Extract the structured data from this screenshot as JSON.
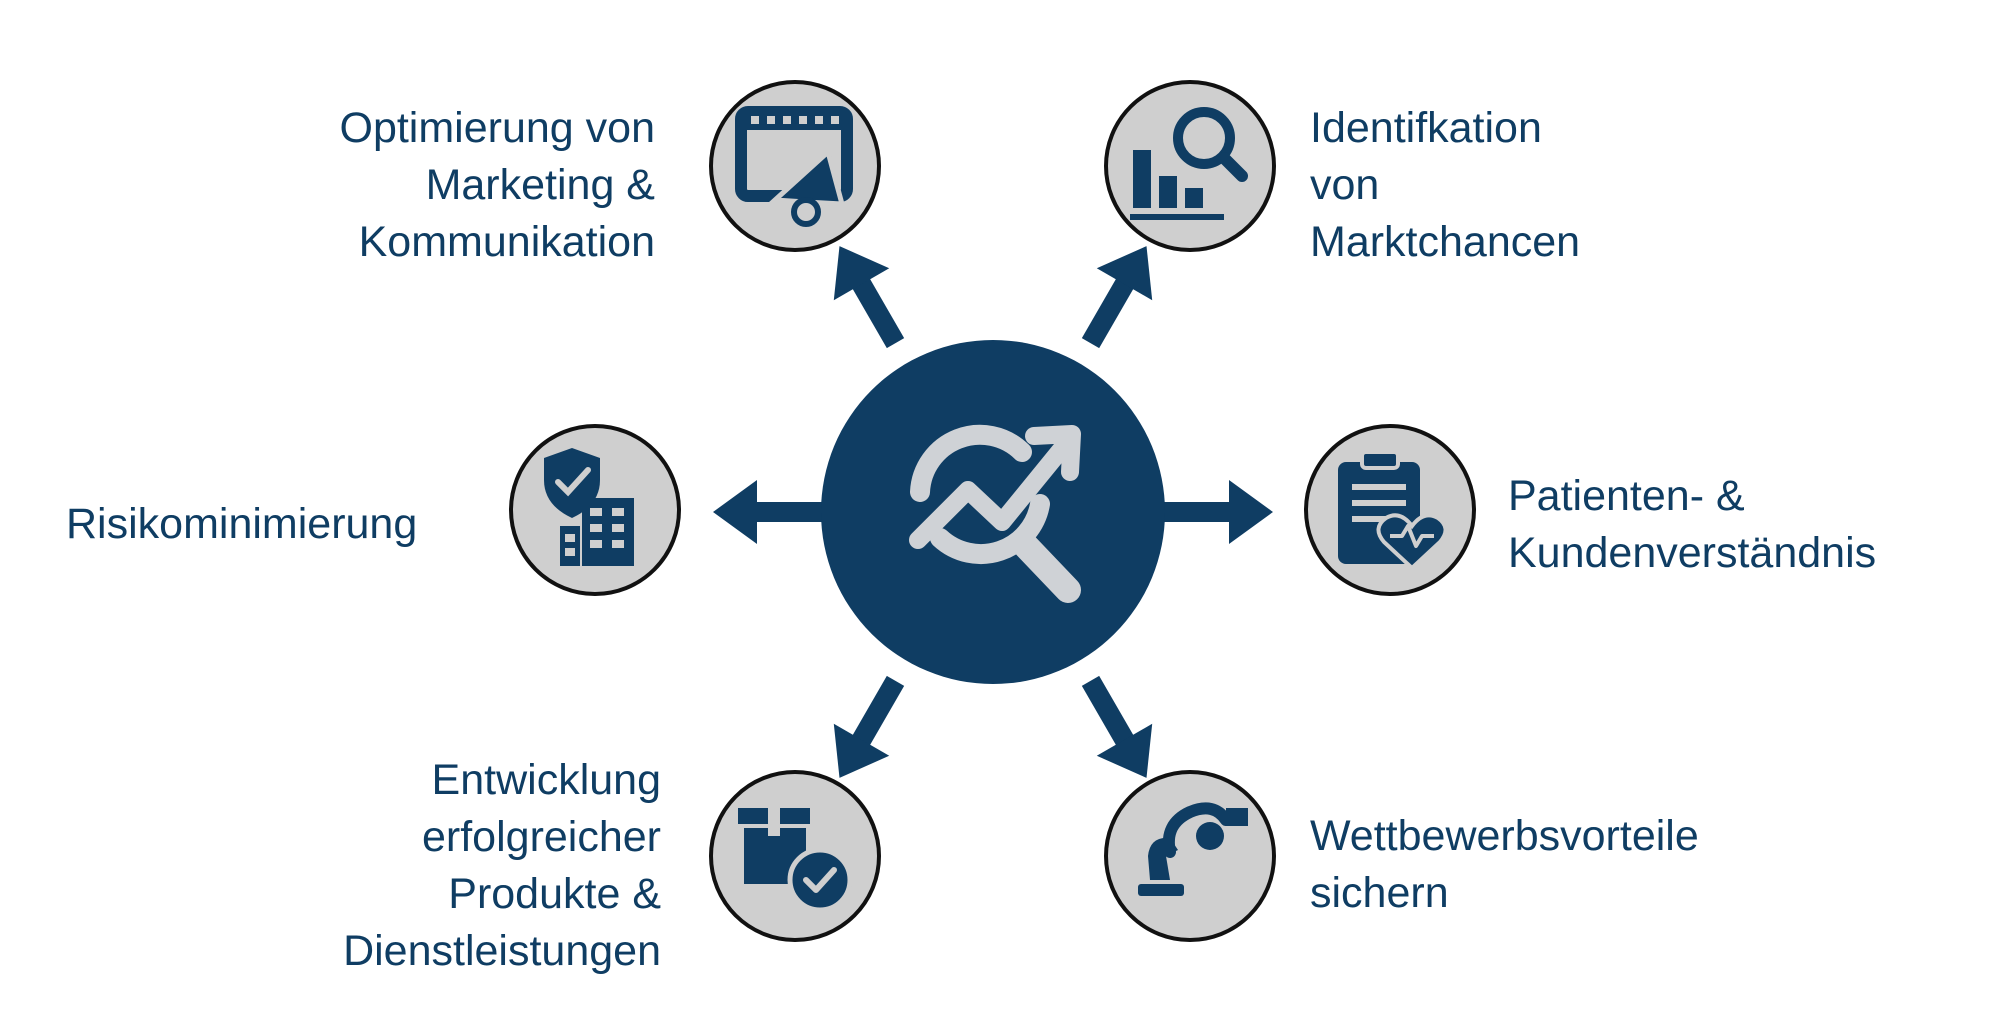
{
  "colors": {
    "navy": "#0f3d63",
    "circle_fill": "#cfcfcf",
    "circle_stroke": "#111111",
    "center_icon": "#cfd2d6"
  },
  "center": {
    "icon": "magnifier-trend-icon"
  },
  "nodes": {
    "top_left": {
      "icon": "megaphone-screen-icon",
      "lines": [
        "Optimierung von",
        "Marketing &",
        "Kommunikation"
      ]
    },
    "top_right": {
      "icon": "bar-chart-search-icon",
      "lines": [
        "Identifkation",
        "von",
        "Marktchancen"
      ]
    },
    "mid_left": {
      "icon": "shield-building-icon",
      "lines": [
        "Risikominimierung"
      ]
    },
    "mid_right": {
      "icon": "clipboard-heart-icon",
      "lines": [
        "Patienten- &",
        "Kundenverständnis"
      ]
    },
    "bottom_left": {
      "icon": "box-check-icon",
      "lines": [
        "Entwicklung",
        "erfolgreicher",
        "Produkte &",
        "Dienstleistungen"
      ]
    },
    "bottom_right": {
      "icon": "robot-chess-icon",
      "lines": [
        "Wettbewerbsvorteile",
        "sichern"
      ]
    }
  }
}
